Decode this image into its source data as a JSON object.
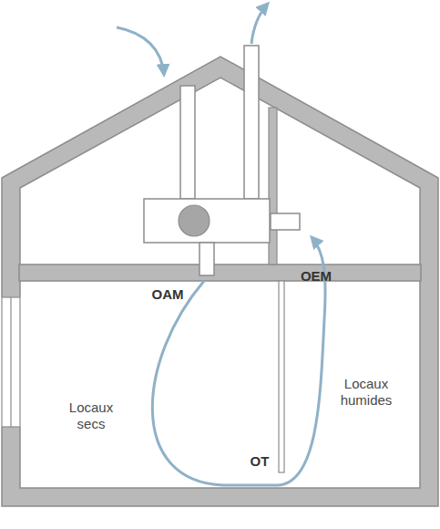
{
  "diagram": {
    "labels": [
      "OEM",
      "OAM",
      "Locaux secs",
      "Locaux humides",
      "OT"
    ]
  }
}
